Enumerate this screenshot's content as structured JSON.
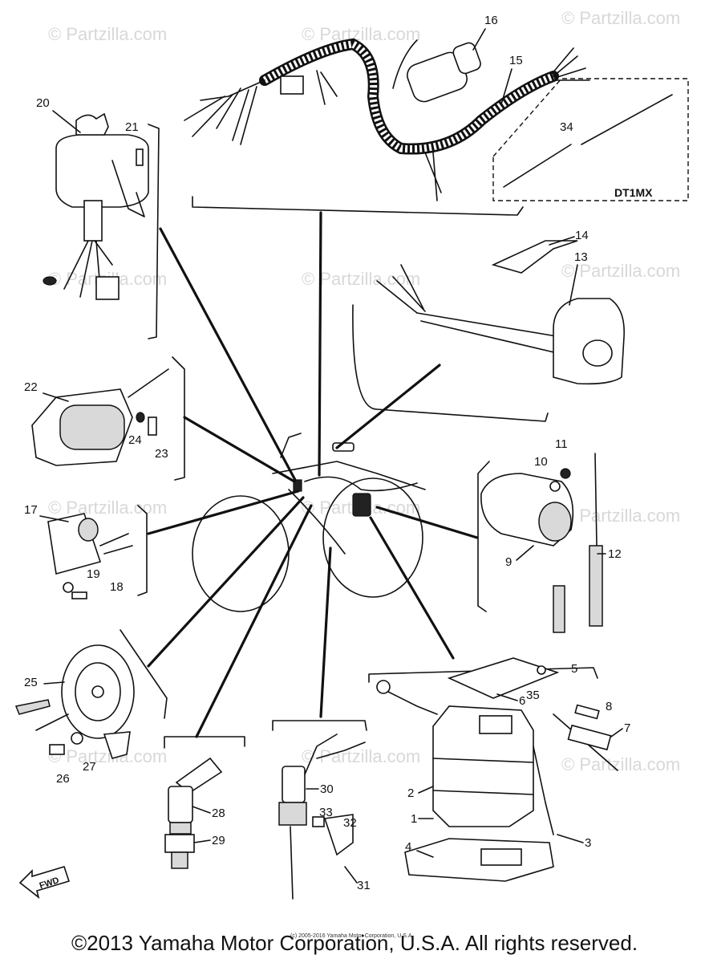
{
  "watermarks": [
    "© Partzilla.com",
    "© Partzilla.com",
    "© Partzilla.com",
    "© Partzilla.com",
    "© Partzilla.com",
    "© Partzilla.com",
    "© Partzilla.com",
    "© Partzilla.com",
    "© Partzilla.com",
    "© Partzilla.com",
    "© Partzilla.com",
    "© Partzilla.com"
  ],
  "callouts": [
    "20",
    "21",
    "16",
    "15",
    "34",
    "14",
    "13",
    "22",
    "24",
    "23",
    "17",
    "19",
    "18",
    "10",
    "11",
    "9",
    "12",
    "25",
    "27",
    "26",
    "5",
    "6",
    "35",
    "8",
    "7",
    "2",
    "1",
    "3",
    "4",
    "28",
    "29",
    "30",
    "33",
    "32",
    "31"
  ],
  "variant_label": "DT1MX",
  "fwd_label": "FWD",
  "fine_print": "(c) 2005-2016 Yamaha Motor Corporation, U.S.A.",
  "copyright": "©2013 Yamaha Motor Corporation, U.S.A. All rights reserved."
}
